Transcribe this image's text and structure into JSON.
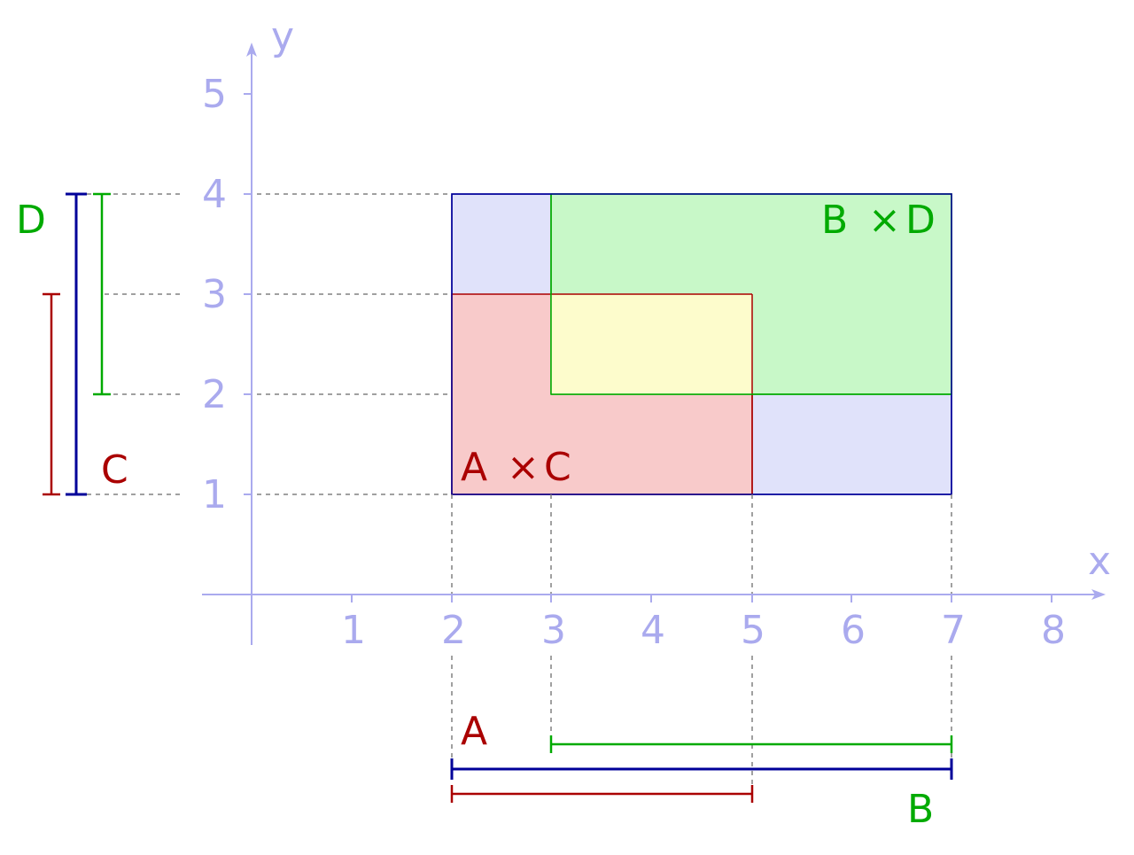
{
  "axes": {
    "x_label": "x",
    "y_label": "y",
    "x_ticks": [
      "1",
      "2",
      "3",
      "4",
      "5",
      "6",
      "7",
      "8"
    ],
    "y_ticks": [
      "1",
      "2",
      "3",
      "4",
      "5"
    ],
    "color": "#aaaaee"
  },
  "intervals": {
    "A": {
      "label": "A",
      "from": 2,
      "to": 5,
      "color": "#aa0000"
    },
    "B": {
      "label": "B",
      "from": 2,
      "to": 7,
      "color": "#000099"
    },
    "B_green": {
      "from": 3,
      "to": 7,
      "color": "#00aa00"
    },
    "C": {
      "label": "C",
      "from": 1,
      "to": 3,
      "color": "#aa0000"
    },
    "D": {
      "label": "D",
      "from": 2,
      "to": 4,
      "color": "#00aa00"
    },
    "D_blue": {
      "from": 1,
      "to": 4,
      "color": "#000099"
    }
  },
  "products": {
    "AxC": {
      "label_left": "A",
      "times": "×",
      "label_right": "C",
      "color": "#aa0000",
      "fill": "#f8caca"
    },
    "BxD": {
      "label_left": "B",
      "times": "×",
      "label_right": "D",
      "color": "#00aa00",
      "fill": "#c8f8c8"
    },
    "overlap_fill": "#fdfccc",
    "outer_fill": "#e0e2fa",
    "outer_stroke": "#000099"
  },
  "guide_color": "#808080"
}
